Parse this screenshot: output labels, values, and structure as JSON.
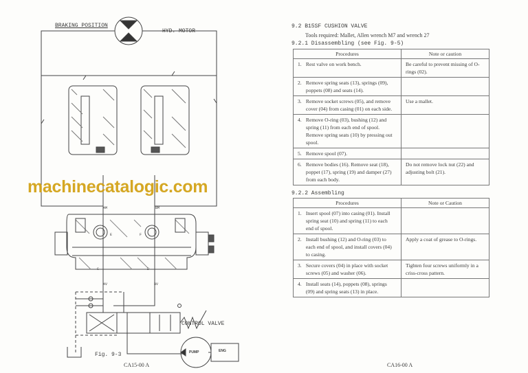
{
  "diagram": {
    "title": "BRAKING POSITION",
    "motor_label": "HYD. MOTOR",
    "port_am": "AM",
    "port_bm": "BM",
    "label_e": "E",
    "label_f": "F",
    "label_c": "C",
    "label_d": "D",
    "port_av": "AV",
    "port_bv": "BV",
    "control_valve_label": "CONTROL VALVE",
    "pump_label": "PUMP",
    "engine_label": "ENG",
    "figure_caption": "Fig. 9-3",
    "left_page_code": "CA15-00 A"
  },
  "section": {
    "heading": "9.2 B15SF CUSHION VALVE",
    "tools": "Tools required:  Mallet, Allen wrench M7 and wrench 27",
    "disassembling_heading": "9.2.1 Disassembling (see Fig. 9-5)",
    "assembling_heading": "9.2.2 Assembling"
  },
  "disassembling_table": {
    "headers": [
      "Procedures",
      "Note or caution"
    ],
    "rows": [
      {
        "num": "1.",
        "procedure": "Rest valve on work bench.",
        "note": "Be careful to prevent missing of O-rings (02)."
      },
      {
        "num": "2.",
        "procedure": "Remove spring seats (13), springs (09), poppets (08) and seats (14).",
        "note": ""
      },
      {
        "num": "3.",
        "procedure": "Remove socket screws (05), and remove cover (04) from casing (01) on each side.",
        "note": "Use a mallet."
      },
      {
        "num": "4.",
        "procedure": "Remove O-ring (03), bushing (12) and spring (11) from each end of spool.  Remove spring seats (10) by pressing out spool.",
        "note": ""
      },
      {
        "num": "5.",
        "procedure": "Remove spool (07).",
        "note": ""
      },
      {
        "num": "6.",
        "procedure": "Remove bodies (16).  Remove seat (18), poppet (17), spring (19) and damper (27) from each body.",
        "note": "Do not remove lock nut (22) and adjusting bolt (21)."
      }
    ]
  },
  "assembling_table": {
    "headers": [
      "Procedures",
      "Note or Caution"
    ],
    "rows": [
      {
        "num": "1.",
        "procedure": "Insert spool (07) into casing (01).  Install spring seat (10) and spring (11) to each end of spool.",
        "note": ""
      },
      {
        "num": "2.",
        "procedure": "Install bushing (12) and O-ring (03) to each end of spool, and install covers (04) to casing.",
        "note": "Apply a coat of grease to O-rings."
      },
      {
        "num": "3.",
        "procedure": "Secure covers (04) in place with socket screws (05) and washer (06).",
        "note": "Tighten four screws uniformly in a criss-cross pattern."
      },
      {
        "num": "4.",
        "procedure": "Install seats (14), poppets (08), springs (09) and spring seats (13) in place.",
        "note": ""
      }
    ]
  },
  "right_page_code": "CA16-00 A",
  "watermark": "machinecatalogic.com",
  "colors": {
    "watermark": "#d2a011",
    "ink": "#3a3a3a"
  }
}
